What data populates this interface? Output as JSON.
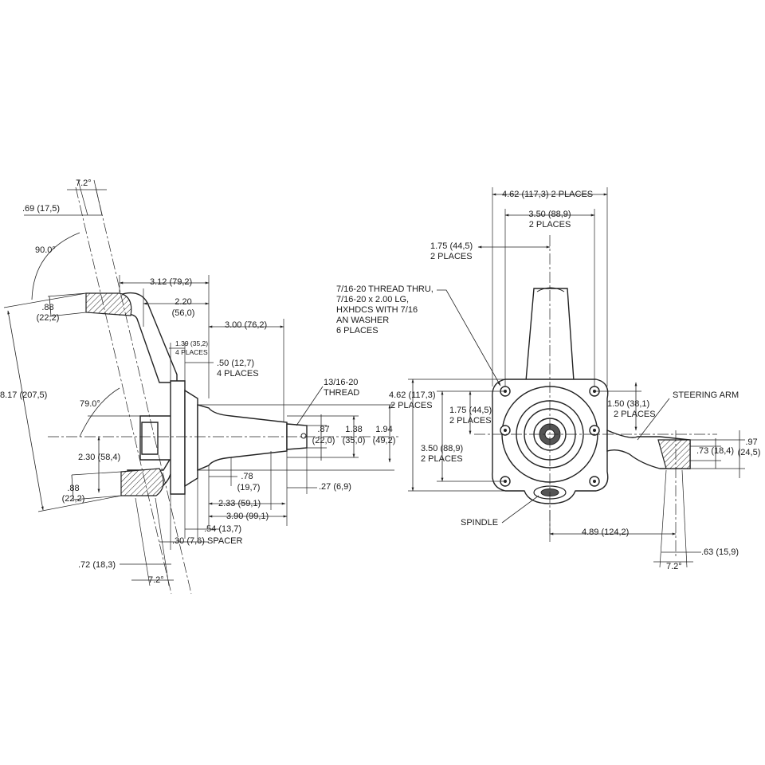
{
  "side_view": {
    "angle_top": "7.2°",
    "dim_069": ".69 (17,5)",
    "angle_90": "90.0°",
    "dim_312": "3.12 (79,2)",
    "dim_220_a": "2.20",
    "dim_220_b": "(56,0)",
    "dim_088_top_a": ".88",
    "dim_088_top_b": "(22,2)",
    "dim_300": "3.00 (76,2)",
    "dim_139_a": "1.39 (35,2)",
    "dim_139_b": "4 PLACES",
    "dim_050_a": ".50 (12,7)",
    "dim_050_b": "4 PLACES",
    "thread_a": "13/16-20",
    "thread_b": "THREAD",
    "dim_817": "8.17 (207,5)",
    "angle_79": "79.0°",
    "dim_087_a": ".87",
    "dim_087_b": "(22,0)",
    "dim_138_a": "1.38",
    "dim_138_b": "(35,0)",
    "dim_194_a": "1.94",
    "dim_194_b": "(49,2)",
    "dim_230": "2.30 (58,4)",
    "dim_078_a": ".78",
    "dim_078_b": "(19,7)",
    "dim_027": ".27 (6,9)",
    "dim_088_bot_a": ".88",
    "dim_088_bot_b": "(22,2)",
    "dim_233": "2.33 (59,1)",
    "dim_390": "3.90 (99,1)",
    "dim_054": ".54 (13,7)",
    "dim_030": ".30 (7,6) SPACER",
    "dim_072": ".72 (18,3)",
    "angle_bottom": "7.2°"
  },
  "front_view": {
    "dim_462_top": "4.62 (117,3) 2 PLACES",
    "dim_350_top_a": "3.50 (88,9)",
    "dim_350_top_b": "2 PLACES",
    "dim_175_top_a": "1.75 (44,5)",
    "dim_175_top_b": "2 PLACES",
    "note_1": "7/16-20 THREAD THRU,",
    "note_2": "7/16-20 x 2.00 LG,",
    "note_3": "HXHDCS WITH 7/16",
    "note_4": "AN WASHER",
    "note_5": "6 PLACES",
    "dim_462_left_a": "4.62 (117,3)",
    "dim_462_left_b": "2 PLACES",
    "dim_175_left_a": "1.75 (44,5)",
    "dim_175_left_b": "2 PLACES",
    "dim_350_left_a": "3.50 (88,9)",
    "dim_350_left_b": "2 PLACES",
    "dim_150_a": "1.50 (38,1)",
    "dim_150_b": "2 PLACES",
    "steering_arm": "STEERING ARM",
    "dim_097_a": ".97",
    "dim_097_b": "(24,5)",
    "dim_073": ".73 (18,4)",
    "spindle": "SPINDLE",
    "dim_489": "4.89 (124,2)",
    "dim_063": ".63 (15,9)",
    "angle_arm": "7.2°"
  }
}
